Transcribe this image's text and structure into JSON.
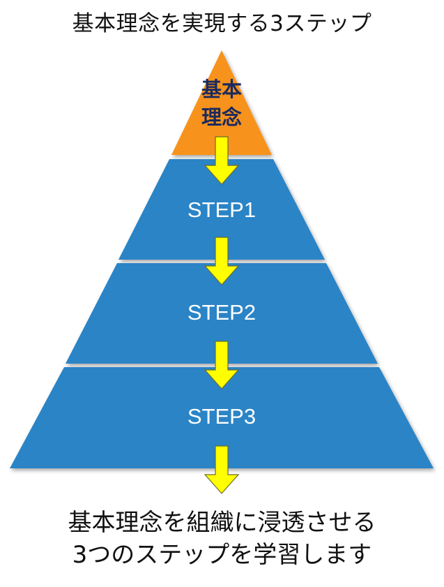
{
  "title": "基本理念を実現する3ステップ",
  "pyramid": {
    "apex": {
      "label_line1": "基本",
      "label_line2": "理念",
      "color": "#f7931e"
    },
    "tiers": [
      {
        "label": "STEP1",
        "color": "#2b84c6"
      },
      {
        "label": "STEP2",
        "color": "#2b84c6"
      },
      {
        "label": "STEP3",
        "color": "#2b84c6"
      }
    ],
    "arrow_color": "#ffff00"
  },
  "caption": {
    "line1": "基本理念を組織に浸透させる",
    "line2": "3つのステップを学習します"
  }
}
